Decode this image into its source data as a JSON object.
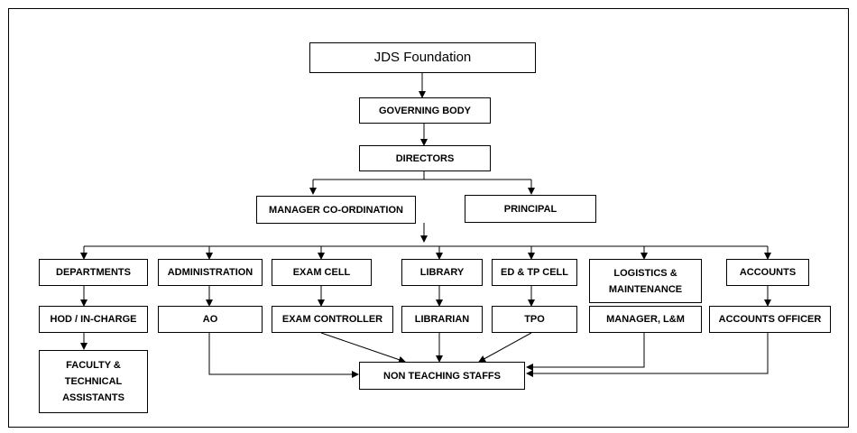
{
  "org": {
    "root": "JDS Foundation",
    "governing_body": "GOVERNING BODY",
    "directors": "DIRECTORS",
    "manager_coordination": "MANAGER CO-ORDINATION",
    "principal": "PRINCIPAL",
    "departments": "DEPARTMENTS",
    "administration": "ADMINISTRATION",
    "exam_cell": "EXAM CELL",
    "library": "LIBRARY",
    "ed_tp_cell": "ED & TP CELL",
    "logistics": "LOGISTICS & MAINTENANCE",
    "accounts": "ACCOUNTS",
    "hod": "HOD / IN-CHARGE",
    "ao": "AO",
    "exam_controller": "EXAM CONTROLLER",
    "librarian": "LIBRARIAN",
    "tpo": "TPO",
    "manager_lm": "MANAGER, L&M",
    "accounts_officer": "ACCOUNTS OFFICER",
    "faculty": "FACULTY & TECHNICAL ASSISTANTS",
    "non_teaching": "NON TEACHING STAFFS"
  }
}
